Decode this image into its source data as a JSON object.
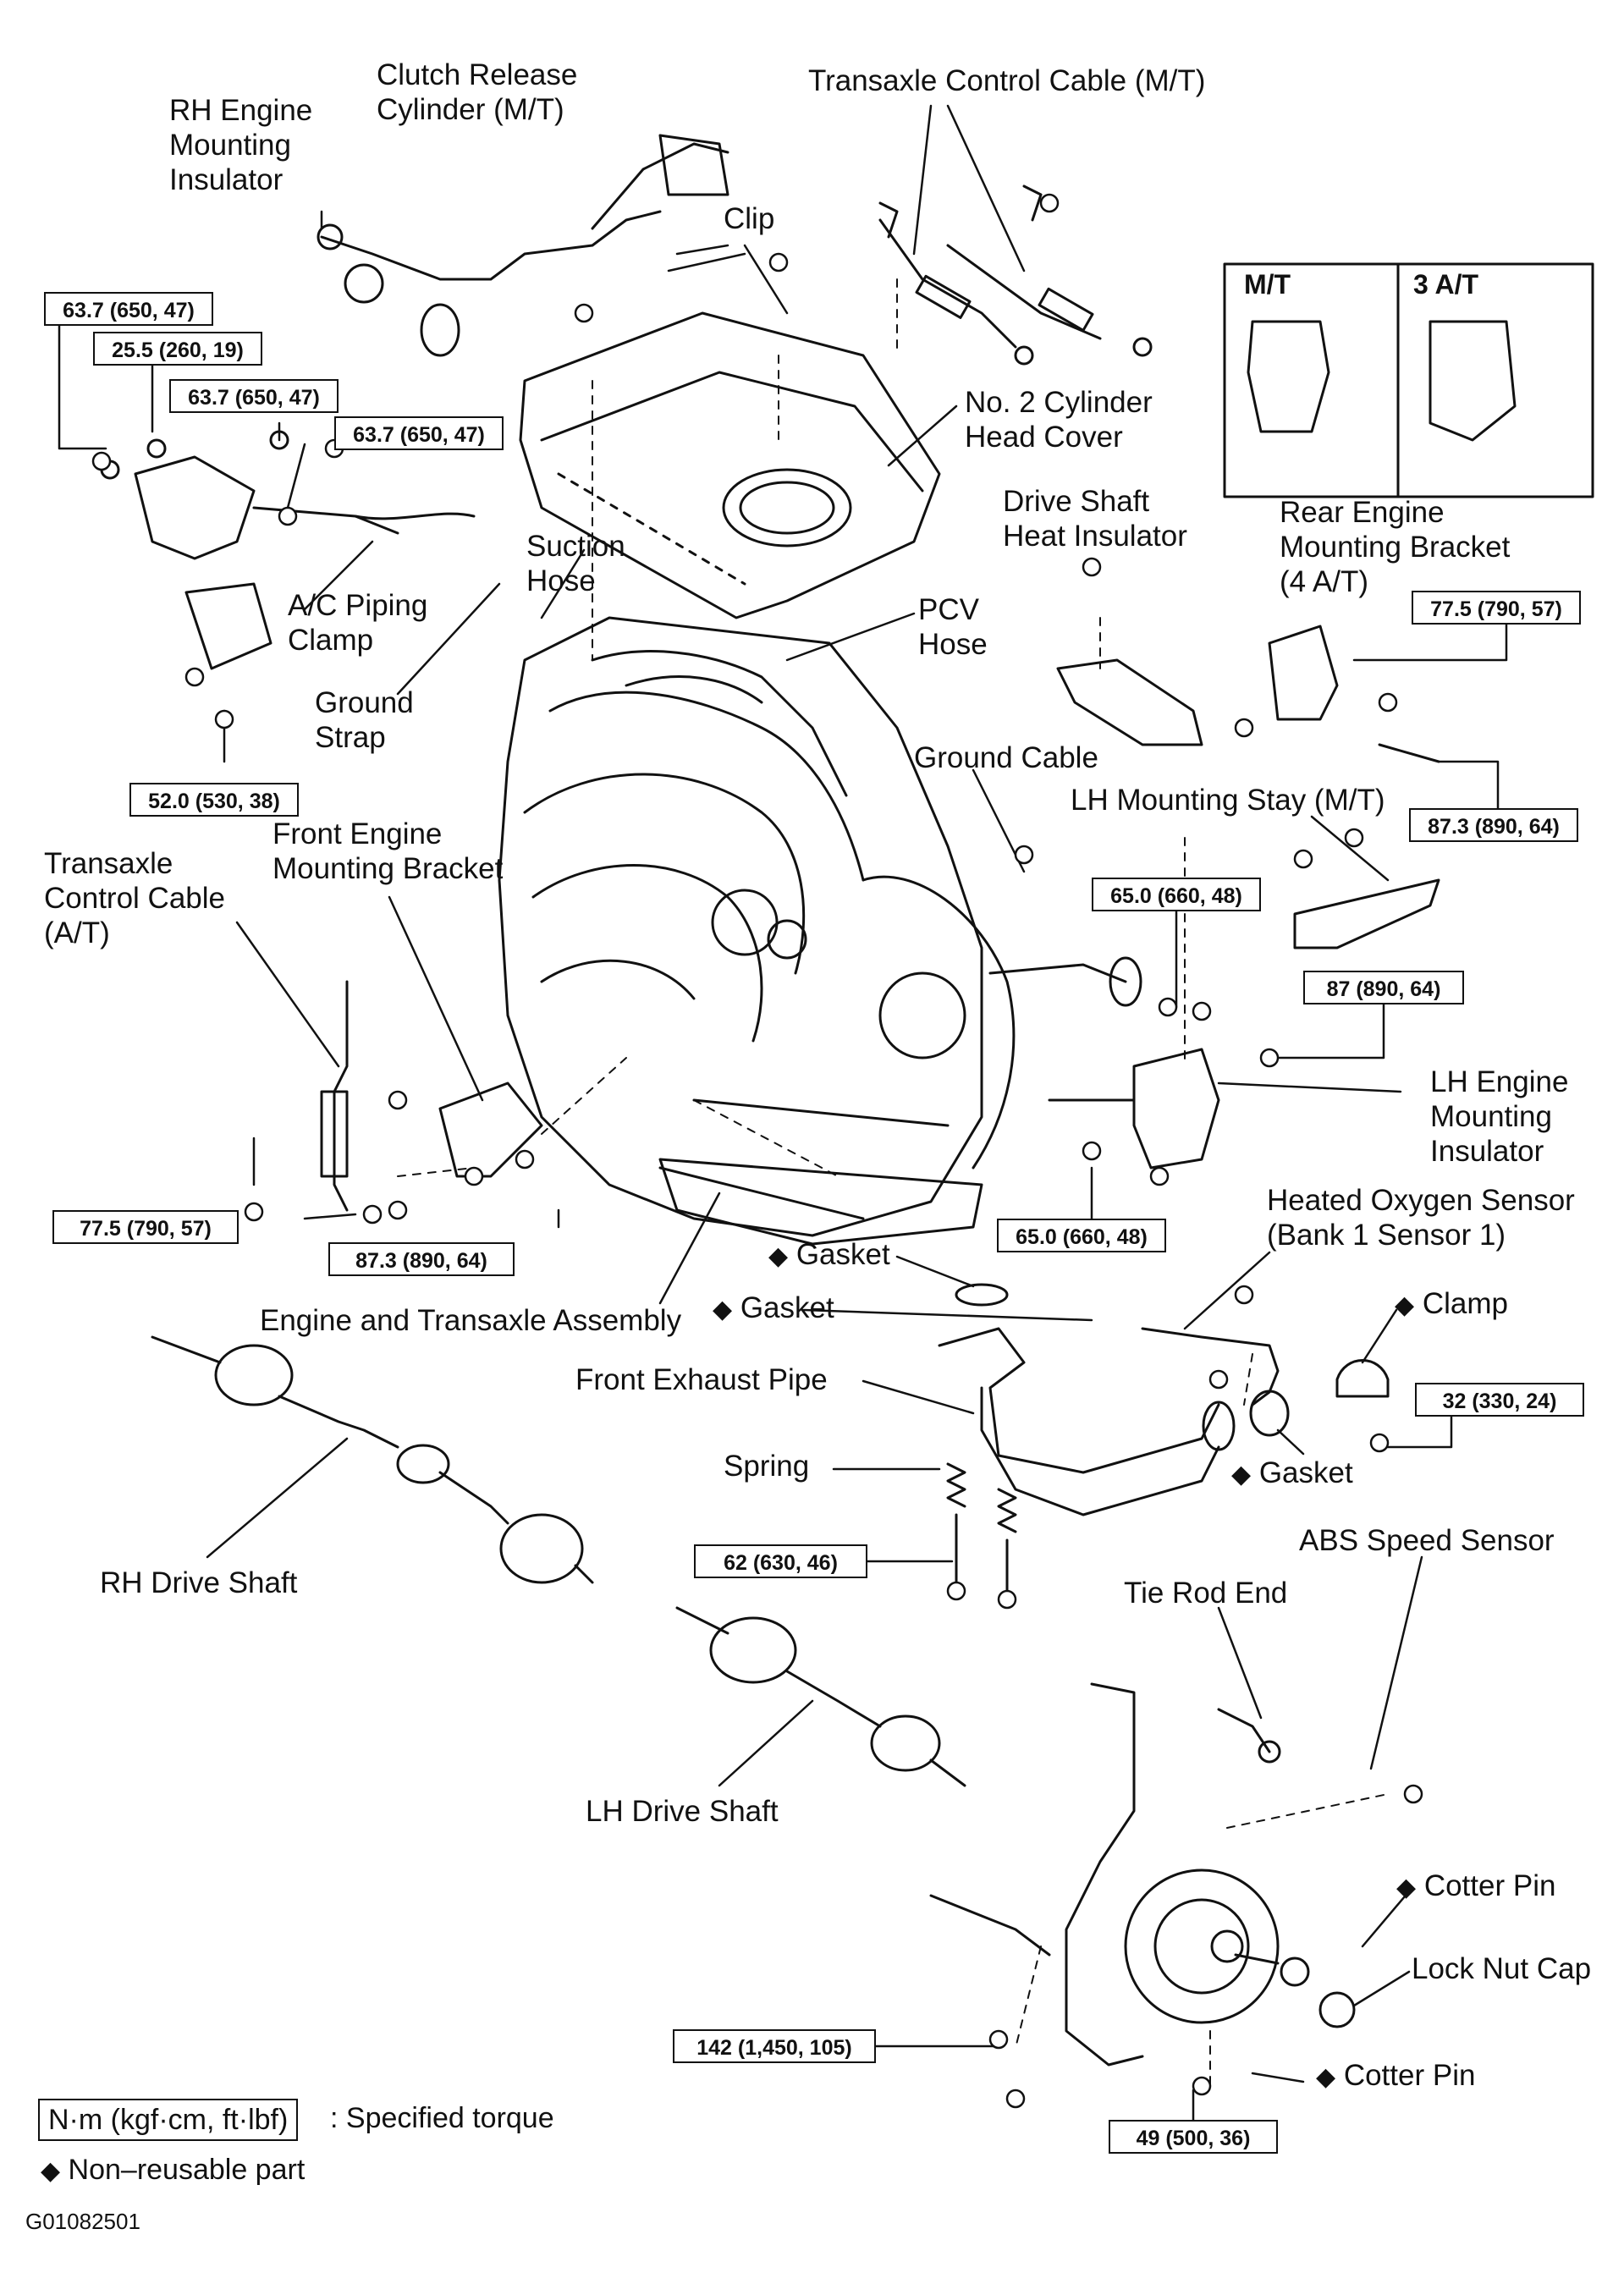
{
  "labels": {
    "rh_mount": [
      "RH Engine",
      "Mounting",
      "Insulator"
    ],
    "clutch": [
      "Clutch Release",
      "Cylinder (M/T)"
    ],
    "tcc_mt": [
      "Transaxle Control Cable (M/T)"
    ],
    "clip": [
      "Clip"
    ],
    "no2_cover": [
      "No. 2 Cylinder",
      "Head Cover"
    ],
    "suction": [
      "Suction",
      "Hose"
    ],
    "pcv": [
      "PCV",
      "Hose"
    ],
    "ac_clamp": [
      "A/C Piping",
      "Clamp"
    ],
    "ground_strap": [
      "Ground",
      "Strap"
    ],
    "drive_shaft_heat": [
      "Drive Shaft",
      "Heat Insulator"
    ],
    "rear_bracket": [
      "Rear Engine",
      "Mounting Bracket",
      "(4 A/T)"
    ],
    "ground_cable": [
      "Ground Cable"
    ],
    "lh_stay": [
      "LH Mounting Stay (M/T)"
    ],
    "tcc_at": [
      "Transaxle",
      "Control Cable",
      "(A/T)"
    ],
    "front_bracket": [
      "Front Engine",
      "Mounting Bracket"
    ],
    "lh_mount": [
      "LH Engine",
      "Mounting",
      "Insulator"
    ],
    "ho2s": [
      "Heated Oxygen Sensor",
      "(Bank 1 Sensor 1)"
    ],
    "gasket1": [
      "Gasket"
    ],
    "gasket2": [
      "Gasket"
    ],
    "gasket3": [
      "Gasket"
    ],
    "clamp": [
      "Clamp"
    ],
    "engine_assy": [
      "Engine and Transaxle Assembly"
    ],
    "front_pipe": [
      "Front Exhaust Pipe"
    ],
    "spring": [
      "Spring"
    ],
    "rh_shaft": [
      "RH Drive Shaft"
    ],
    "abs": [
      "ABS Speed Sensor"
    ],
    "tie_rod": [
      "Tie Rod End"
    ],
    "lh_shaft": [
      "LH Drive Shaft"
    ],
    "cotter1": [
      "Cotter Pin"
    ],
    "lock_nut": [
      "Lock Nut Cap"
    ],
    "cotter2": [
      "Cotter Pin"
    ]
  },
  "torques": {
    "t1": "63.7 (650, 47)",
    "t2": "25.5 (260, 19)",
    "t3": "63.7 (650, 47)",
    "t4": "63.7 (650, 47)",
    "t5": "52.0 (530, 38)",
    "t6": "77.5 (790, 57)",
    "t7": "87.3 (890, 64)",
    "t8": "65.0 (660, 48)",
    "t9": "87 (890, 64)",
    "t10": "77.5 (790, 57)",
    "t11": "87.3 (890, 64)",
    "t12": "65.0 (660, 48)",
    "t13": "32 (330, 24)",
    "t14": "62 (630, 46)",
    "t15": "142 (1,450, 105)",
    "t16": "49 (500, 36)"
  },
  "inset": {
    "mt": "M/T",
    "at3": "3 A/T"
  },
  "legend": {
    "unit_box": "N·m (kgf·cm, ft·lbf)",
    "unit_text": ": Specified torque",
    "nonreusable": "Non–reusable part"
  },
  "figure_code": "G01082501",
  "symbols": {
    "diamond": "◆"
  }
}
